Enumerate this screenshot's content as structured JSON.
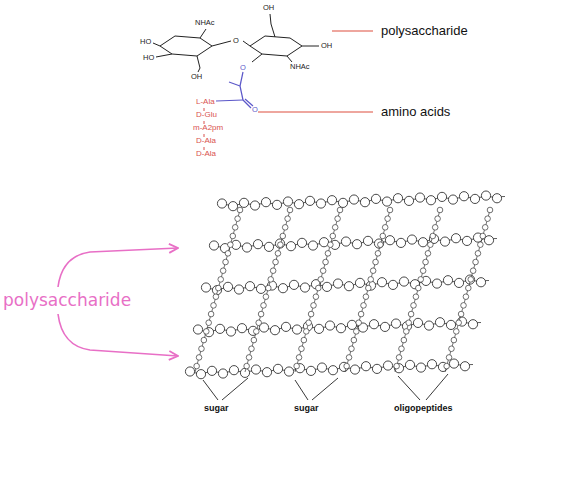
{
  "diagram": {
    "labels": [
      "OH",
      "NHAc",
      "HO",
      "HO",
      "O",
      "OH",
      "OH",
      "NHAc",
      "O",
      "O",
      "L-Ala",
      "D-Glu",
      "m-A2pm",
      "D-Ala",
      "D-Ala",
      "polysaccharide",
      "amino acids",
      "sugar",
      "sugar",
      "oligopeptides",
      "polysaccharide"
    ]
  }
}
